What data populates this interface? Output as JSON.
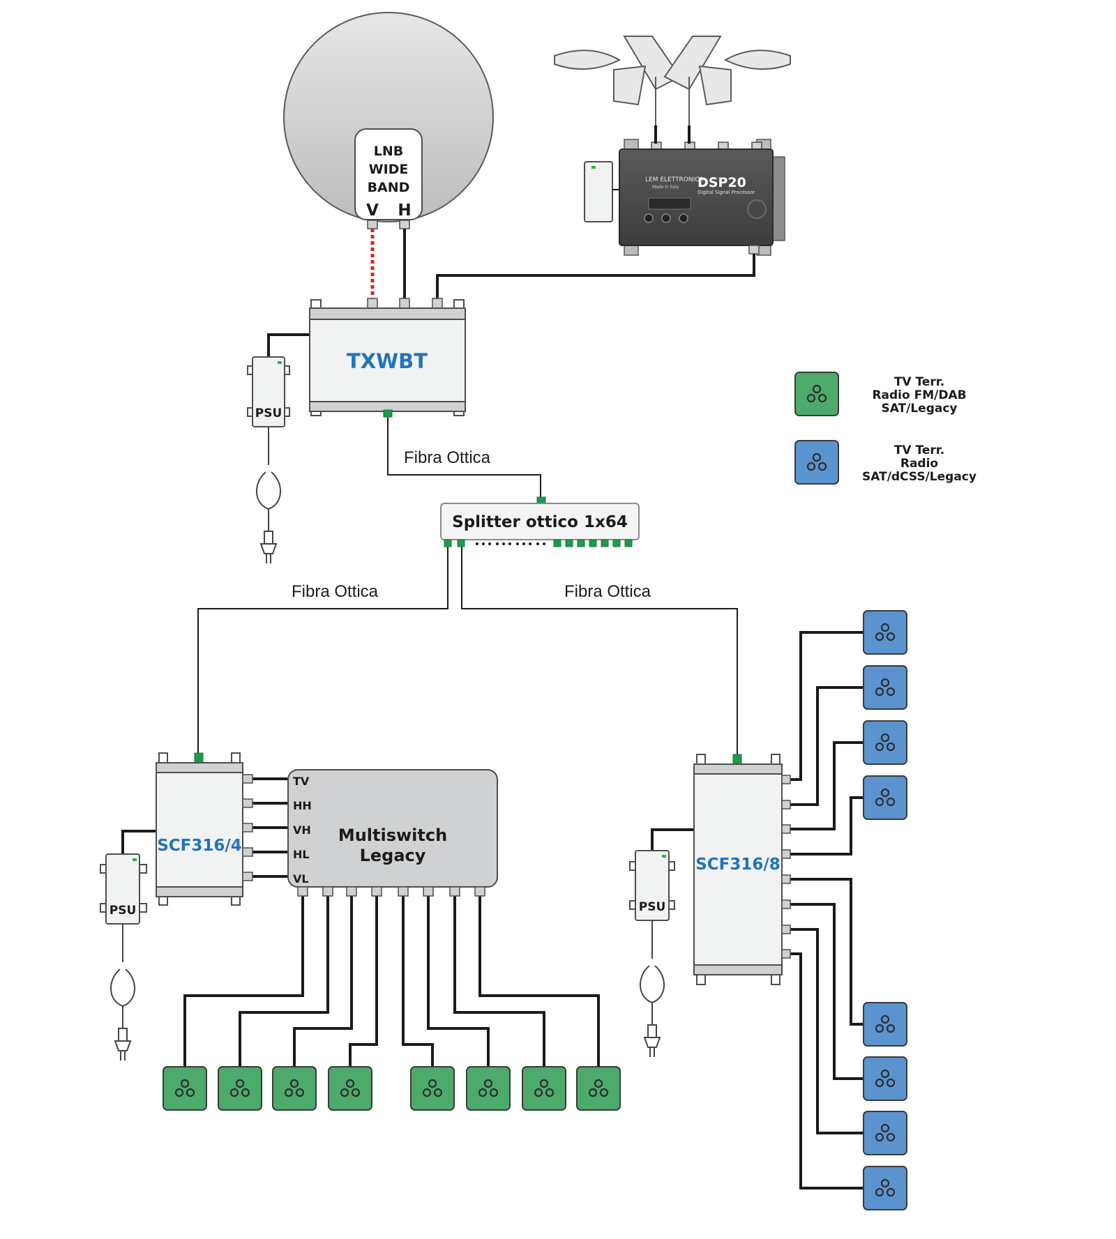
{
  "lnb": {
    "line1": "LNB",
    "line2": "WIDE",
    "line3": "BAND",
    "port_v": "V",
    "port_h": "H"
  },
  "dsp20": {
    "brand": "LEM ELETTRONICA",
    "made_in": "Made in Italy",
    "model": "DSP20",
    "subtitle": "Digital Signal Processor"
  },
  "txwbt": {
    "name": "TXWBT"
  },
  "psu": {
    "label": "PSU"
  },
  "fiber": {
    "label": "Fibra Ottica"
  },
  "splitter": {
    "label": "Splitter ottico 1x64"
  },
  "scf4": {
    "name": "SCF316/4"
  },
  "scf8": {
    "name": "SCF316/8"
  },
  "multiswitch": {
    "title_line1": "Multiswitch",
    "title_line2": "Legacy",
    "inputs": [
      "TV",
      "HH",
      "VH",
      "HL",
      "VL"
    ]
  },
  "legend": {
    "green": {
      "line1": "TV Terr.",
      "line2": "Radio FM/DAB",
      "line3": "SAT/Legacy",
      "color": "#4cab6b"
    },
    "blue": {
      "line1": "TV Terr.",
      "line2": "Radio",
      "line3": "SAT/dCSS/Legacy",
      "color": "#5b93cf"
    }
  },
  "colors": {
    "device_name": "#2273b9",
    "fiber_port": "#1f9a4a",
    "vertical_polarity_wire": "#d9232a"
  },
  "icons": {
    "antenna": "yagi-antenna-icon",
    "dish": "satellite-dish-icon",
    "socket": "tv-socket-icon",
    "plug": "power-plug-icon"
  }
}
